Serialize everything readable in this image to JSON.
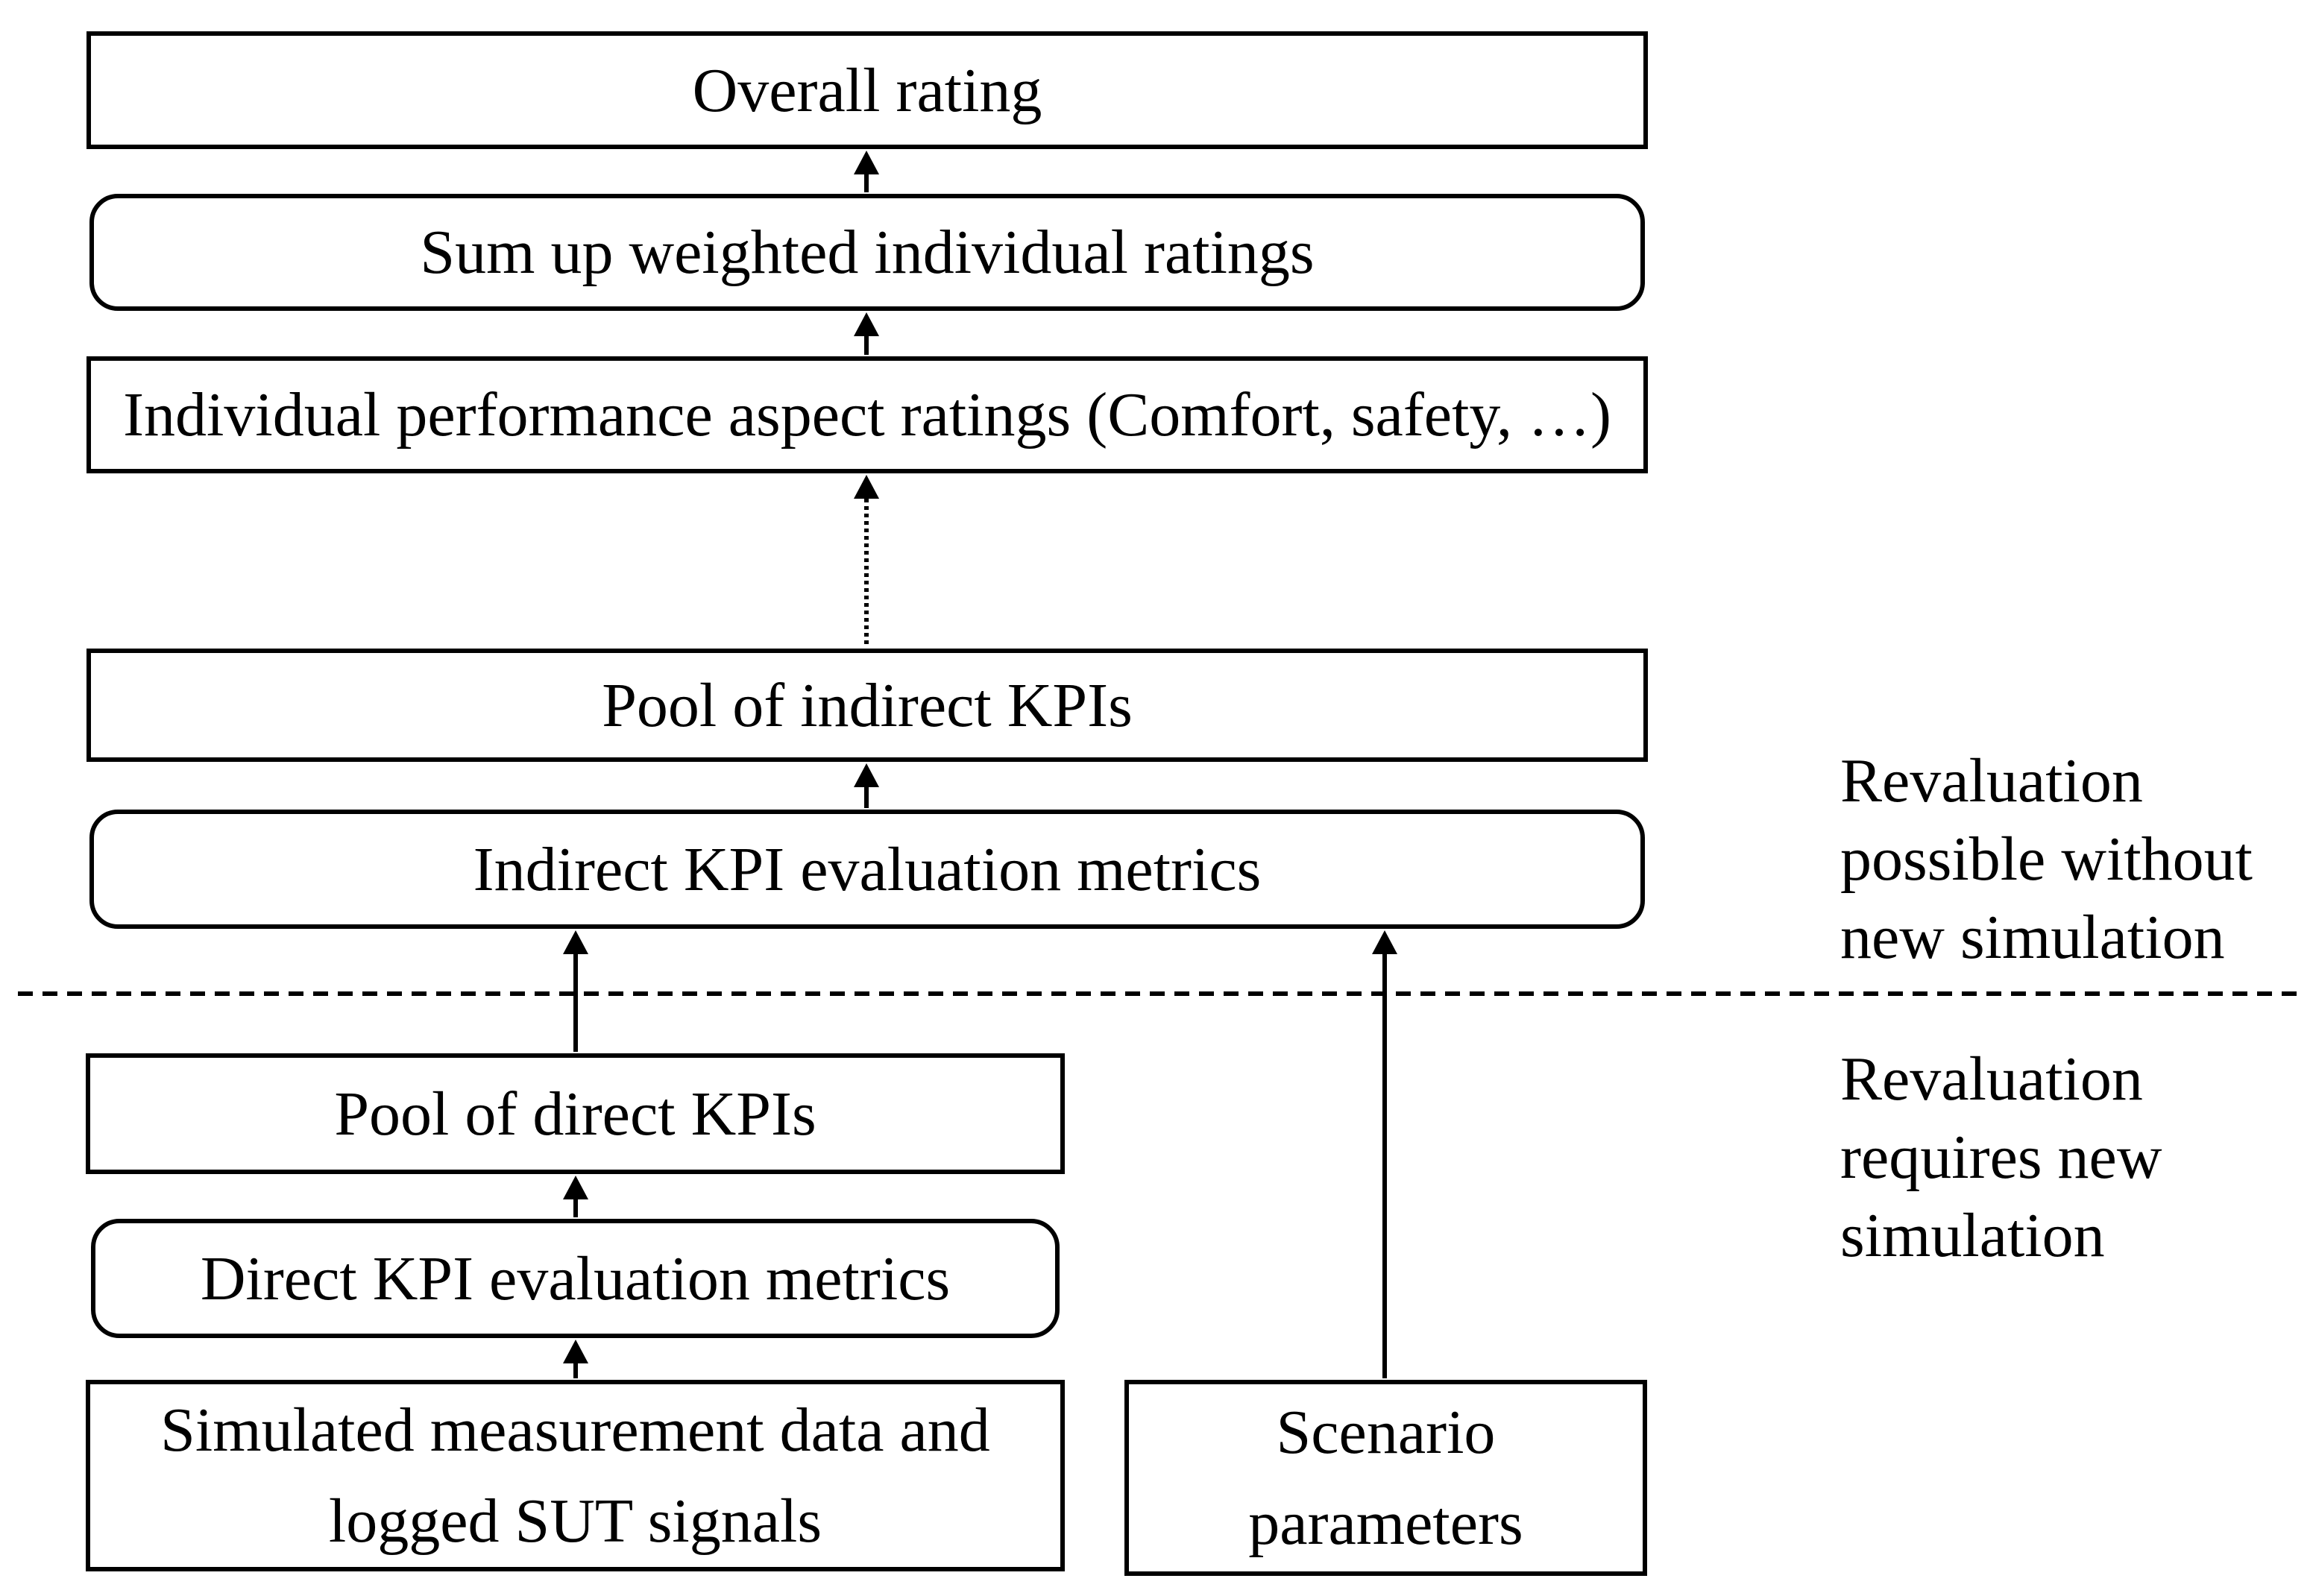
{
  "figure": {
    "background": "#ffffff",
    "ink": "#000000"
  },
  "boxes": {
    "overall_rating": {
      "label": "Overall rating"
    },
    "sum_weighted": {
      "label": "Sum up weighted individual ratings"
    },
    "individual_ratings": {
      "label": "Individual performance aspect ratings (Comfort, safety, …)"
    },
    "pool_indirect": {
      "label": "Pool of indirect KPIs"
    },
    "indirect_metrics": {
      "label": "Indirect KPI evaluation metrics"
    },
    "pool_direct": {
      "label": "Pool of direct KPIs"
    },
    "direct_metrics": {
      "label": "Direct KPI evaluation metrics"
    },
    "sim_data": {
      "line1": "Simulated measurement data and",
      "line2": "logged SUT signals"
    },
    "scenario_params": {
      "line1": "Scenario",
      "line2": "parameters"
    }
  },
  "annotations": {
    "no_new_sim": {
      "line1": "Revaluation",
      "line2": "possible without",
      "line3": "new simulation"
    },
    "requires_new_sim": {
      "line1": "Revaluation",
      "line2": "requires new",
      "line3": "simulation"
    }
  }
}
